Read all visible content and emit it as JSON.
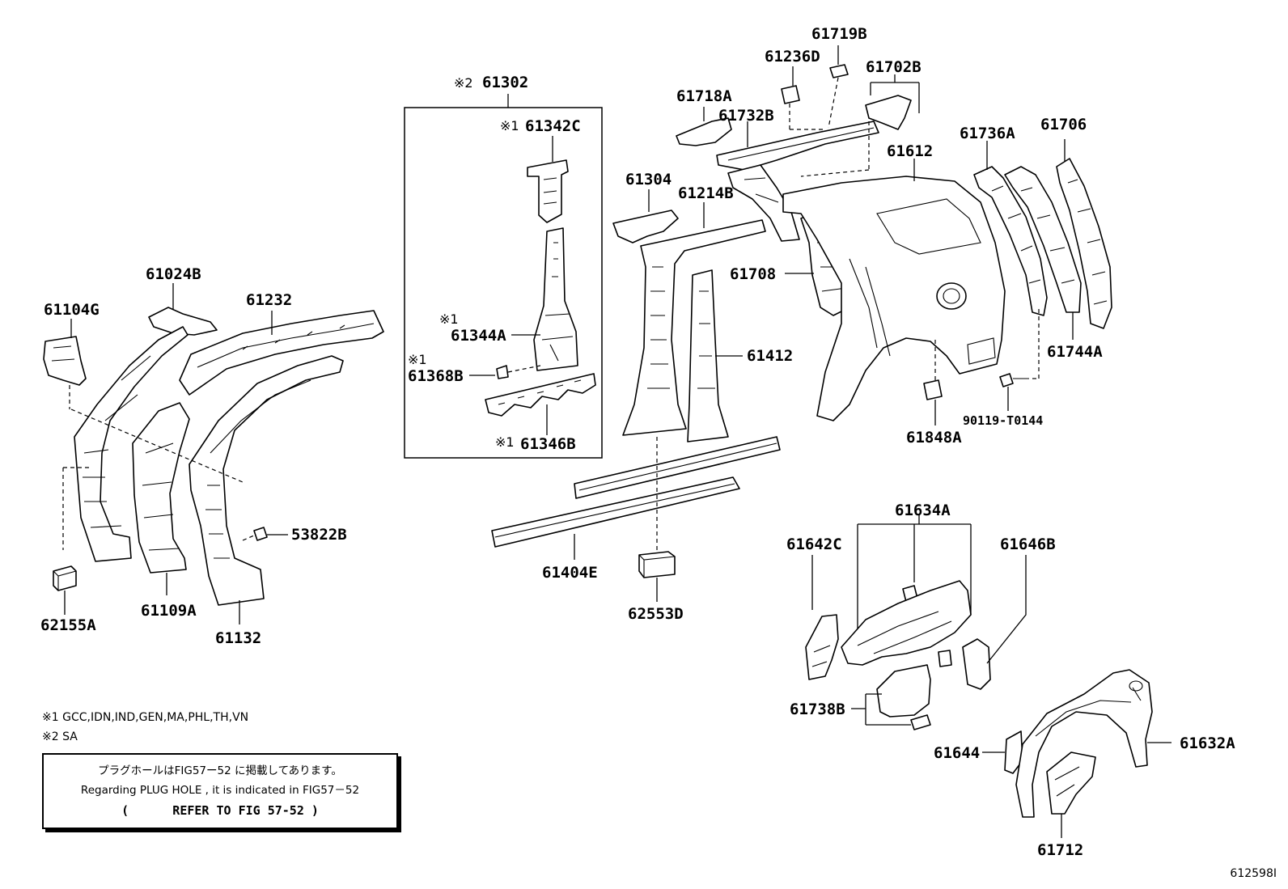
{
  "figure_id": "612598I",
  "footnotes": [
    {
      "mark": "※1",
      "text": "GCC,IDN,IND,GEN,MA,PHL,TH,VN"
    },
    {
      "mark": "※2",
      "text": "SA"
    }
  ],
  "note_box": {
    "line_jp": "プラグホールはFIG57ー52 に掲載してあります。",
    "line_en": "Regarding  PLUG HOLE , it is indicated in FIG57－52",
    "refer_open": "(",
    "refer_text": "REFER TO FIG 57-52",
    "refer_close": ")"
  },
  "assembly": {
    "mark": "※2",
    "part": "61302"
  },
  "parts": [
    {
      "id": "p61342C",
      "mark": "※1",
      "label": "61342C"
    },
    {
      "id": "p61344A",
      "mark": "※1",
      "label": "61344A"
    },
    {
      "id": "p61368B",
      "mark": "※1",
      "label": "61368B"
    },
    {
      "id": "p61346B",
      "mark": "※1",
      "label": "61346B"
    },
    {
      "id": "p61104G",
      "mark": "",
      "label": "61104G"
    },
    {
      "id": "p61024B",
      "mark": "",
      "label": "61024B"
    },
    {
      "id": "p61232",
      "mark": "",
      "label": "61232"
    },
    {
      "id": "p53822B",
      "mark": "",
      "label": "53822B"
    },
    {
      "id": "p62155A",
      "mark": "",
      "label": "62155A"
    },
    {
      "id": "p61109A",
      "mark": "",
      "label": "61109A"
    },
    {
      "id": "p61132",
      "mark": "",
      "label": "61132"
    },
    {
      "id": "p61304",
      "mark": "",
      "label": "61304"
    },
    {
      "id": "p61214B",
      "mark": "",
      "label": "61214B"
    },
    {
      "id": "p61412",
      "mark": "",
      "label": "61412"
    },
    {
      "id": "p61404E",
      "mark": "",
      "label": "61404E"
    },
    {
      "id": "p62553D",
      "mark": "",
      "label": "62553D"
    },
    {
      "id": "p61718A",
      "mark": "",
      "label": "61718A"
    },
    {
      "id": "p61732B",
      "mark": "",
      "label": "61732B"
    },
    {
      "id": "p61236D",
      "mark": "",
      "label": "61236D"
    },
    {
      "id": "p61719B",
      "mark": "",
      "label": "61719B"
    },
    {
      "id": "p61702B",
      "mark": "",
      "label": "61702B"
    },
    {
      "id": "p61612",
      "mark": "",
      "label": "61612"
    },
    {
      "id": "p61708",
      "mark": "",
      "label": "61708"
    },
    {
      "id": "p61736A",
      "mark": "",
      "label": "61736A"
    },
    {
      "id": "p61706",
      "mark": "",
      "label": "61706"
    },
    {
      "id": "p61744A",
      "mark": "",
      "label": "61744A"
    },
    {
      "id": "p90119",
      "mark": "",
      "label": "90119-T0144"
    },
    {
      "id": "p61848A",
      "mark": "",
      "label": "61848A"
    },
    {
      "id": "p61634A",
      "mark": "",
      "label": "61634A"
    },
    {
      "id": "p61642C",
      "mark": "",
      "label": "61642C"
    },
    {
      "id": "p61646B",
      "mark": "",
      "label": "61646B"
    },
    {
      "id": "p61738B",
      "mark": "",
      "label": "61738B"
    },
    {
      "id": "p61644",
      "mark": "",
      "label": "61644"
    },
    {
      "id": "p61632A",
      "mark": "",
      "label": "61632A"
    },
    {
      "id": "p61712",
      "mark": "",
      "label": "61712"
    }
  ]
}
